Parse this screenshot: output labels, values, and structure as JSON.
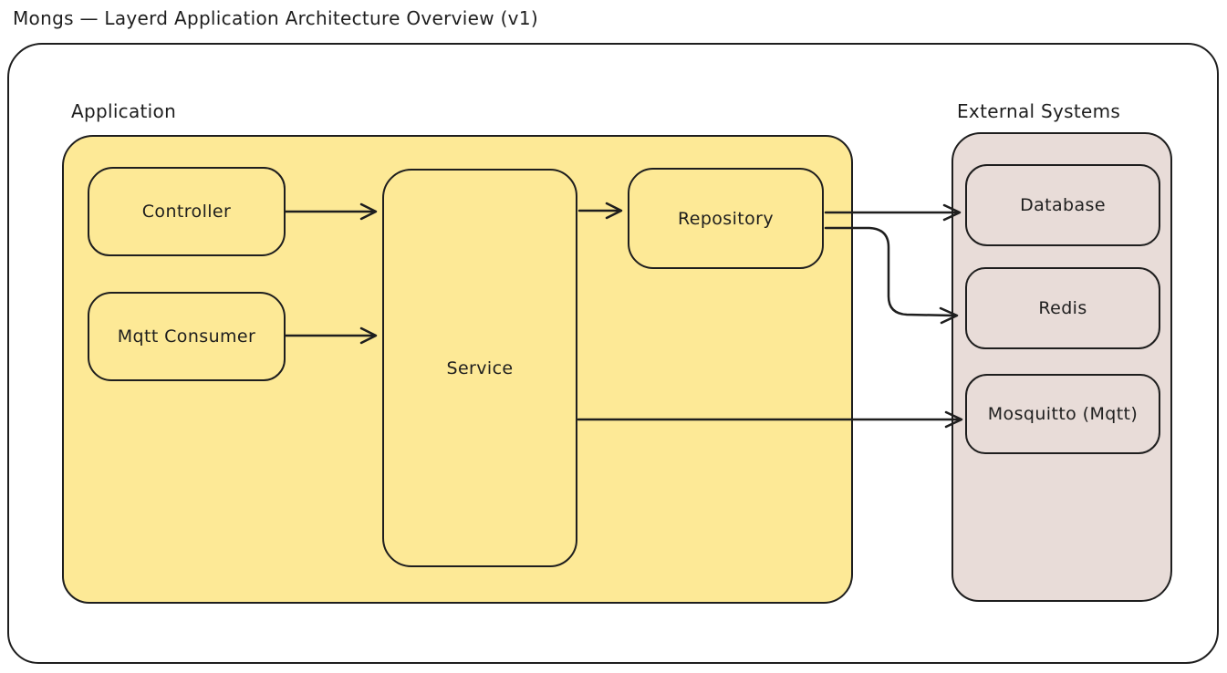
{
  "title": "Mongs — Layerd Application Architecture Overview (v1)",
  "groups": {
    "application": {
      "label": "Application",
      "fill": "#fde996",
      "nodes": {
        "controller": {
          "label": "Controller"
        },
        "mqtt_consumer": {
          "label": "Mqtt Consumer"
        },
        "service": {
          "label": "Service"
        },
        "repository": {
          "label": "Repository"
        }
      }
    },
    "external": {
      "label": "External Systems",
      "fill": "#e8dcd8",
      "nodes": {
        "database": {
          "label": "Database"
        },
        "redis": {
          "label": "Redis"
        },
        "mosquitto": {
          "label": "Mosquitto (Mqtt)"
        }
      }
    }
  },
  "edges": [
    {
      "from": "controller",
      "to": "service"
    },
    {
      "from": "mqtt_consumer",
      "to": "service"
    },
    {
      "from": "service",
      "to": "repository"
    },
    {
      "from": "repository",
      "to": "database"
    },
    {
      "from": "repository",
      "to": "redis"
    },
    {
      "from": "service",
      "to": "mosquitto"
    }
  ],
  "colors": {
    "stroke": "#1e1e1e",
    "application_fill": "#fde996",
    "external_fill": "#e8dcd8",
    "background": "#ffffff"
  }
}
